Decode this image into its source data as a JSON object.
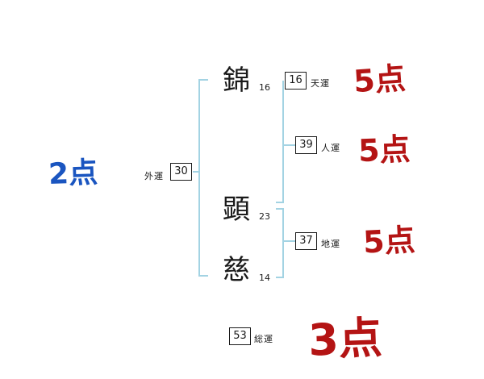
{
  "name_chars": [
    {
      "char": "錦",
      "strokes": "16"
    },
    {
      "char": "顕",
      "strokes": "23"
    },
    {
      "char": "慈",
      "strokes": "14"
    }
  ],
  "fortunes": {
    "ten": {
      "label": "天運",
      "value": "16",
      "score": "5点"
    },
    "jin": {
      "label": "人運",
      "value": "39",
      "score": "5点"
    },
    "chi": {
      "label": "地運",
      "value": "37",
      "score": "5点"
    },
    "gai": {
      "label": "外運",
      "value": "30",
      "score": "2点"
    },
    "sou": {
      "label": "総運",
      "value": "53",
      "score": "3点"
    }
  },
  "colors": {
    "score_red": "#b41414",
    "score_blue": "#1a55c0",
    "bracket_blue": "#a3d3e3"
  }
}
